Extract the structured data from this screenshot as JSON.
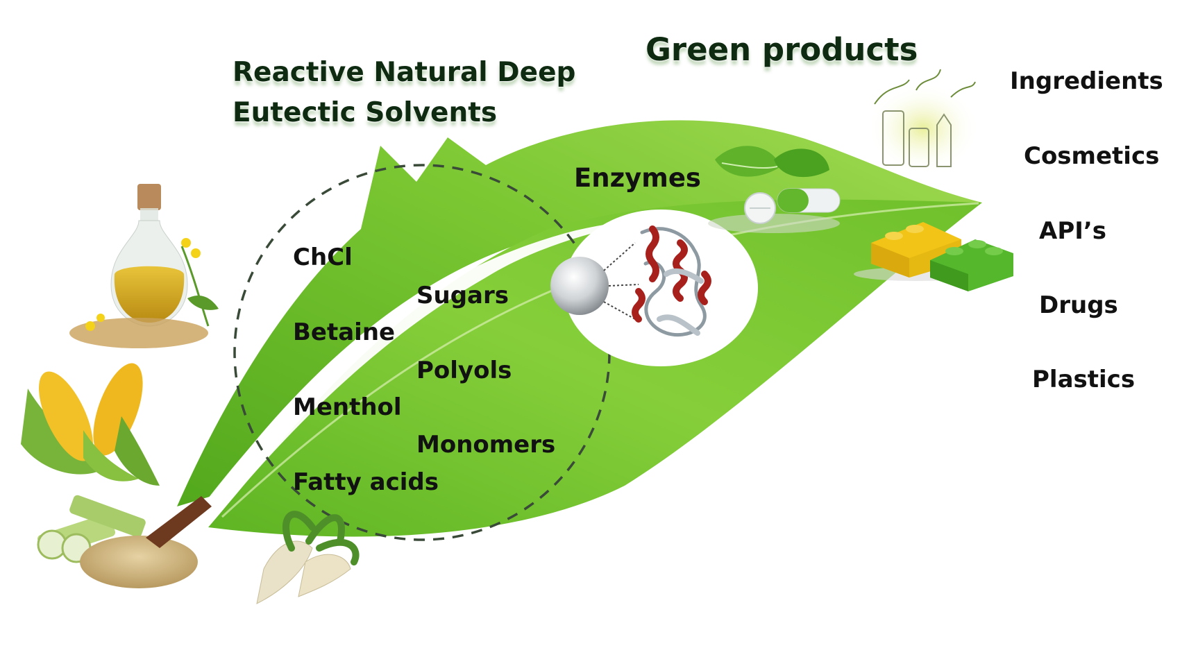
{
  "titles": {
    "solvents_line1": "Reactive Natural Deep",
    "solvents_line2": "Eutectic Solvents",
    "green_products": "Green products",
    "enzymes": "Enzymes"
  },
  "components_left": [
    "ChCl",
    "Betaine",
    "Menthol",
    "Fatty acids"
  ],
  "components_right": [
    "Sugars",
    "Polyols",
    "Monomers"
  ],
  "products": [
    "Ingredients",
    "Cosmetics",
    "API’s",
    "Drugs",
    "Plastics"
  ],
  "colors": {
    "leaf_light": "#8fd23c",
    "leaf_mid": "#6ec02a",
    "leaf_dark": "#3e9a18",
    "dashed_circle": "#3a4a38",
    "protein_helix": "#a8201c",
    "lego_yellow": "#f2c417",
    "lego_green": "#55b82c"
  },
  "icons": [
    "vegetable-oil-bottle-icon",
    "rapeseed-flower-icon",
    "corn-cob-icon",
    "sugarcane-icon",
    "grain-pile-icon",
    "sugar-beet-icon",
    "enzyme-bead-icon",
    "protein-structure-icon",
    "capsule-pill-icon",
    "cosmetic-bottles-icon",
    "lego-bricks-icon"
  ]
}
